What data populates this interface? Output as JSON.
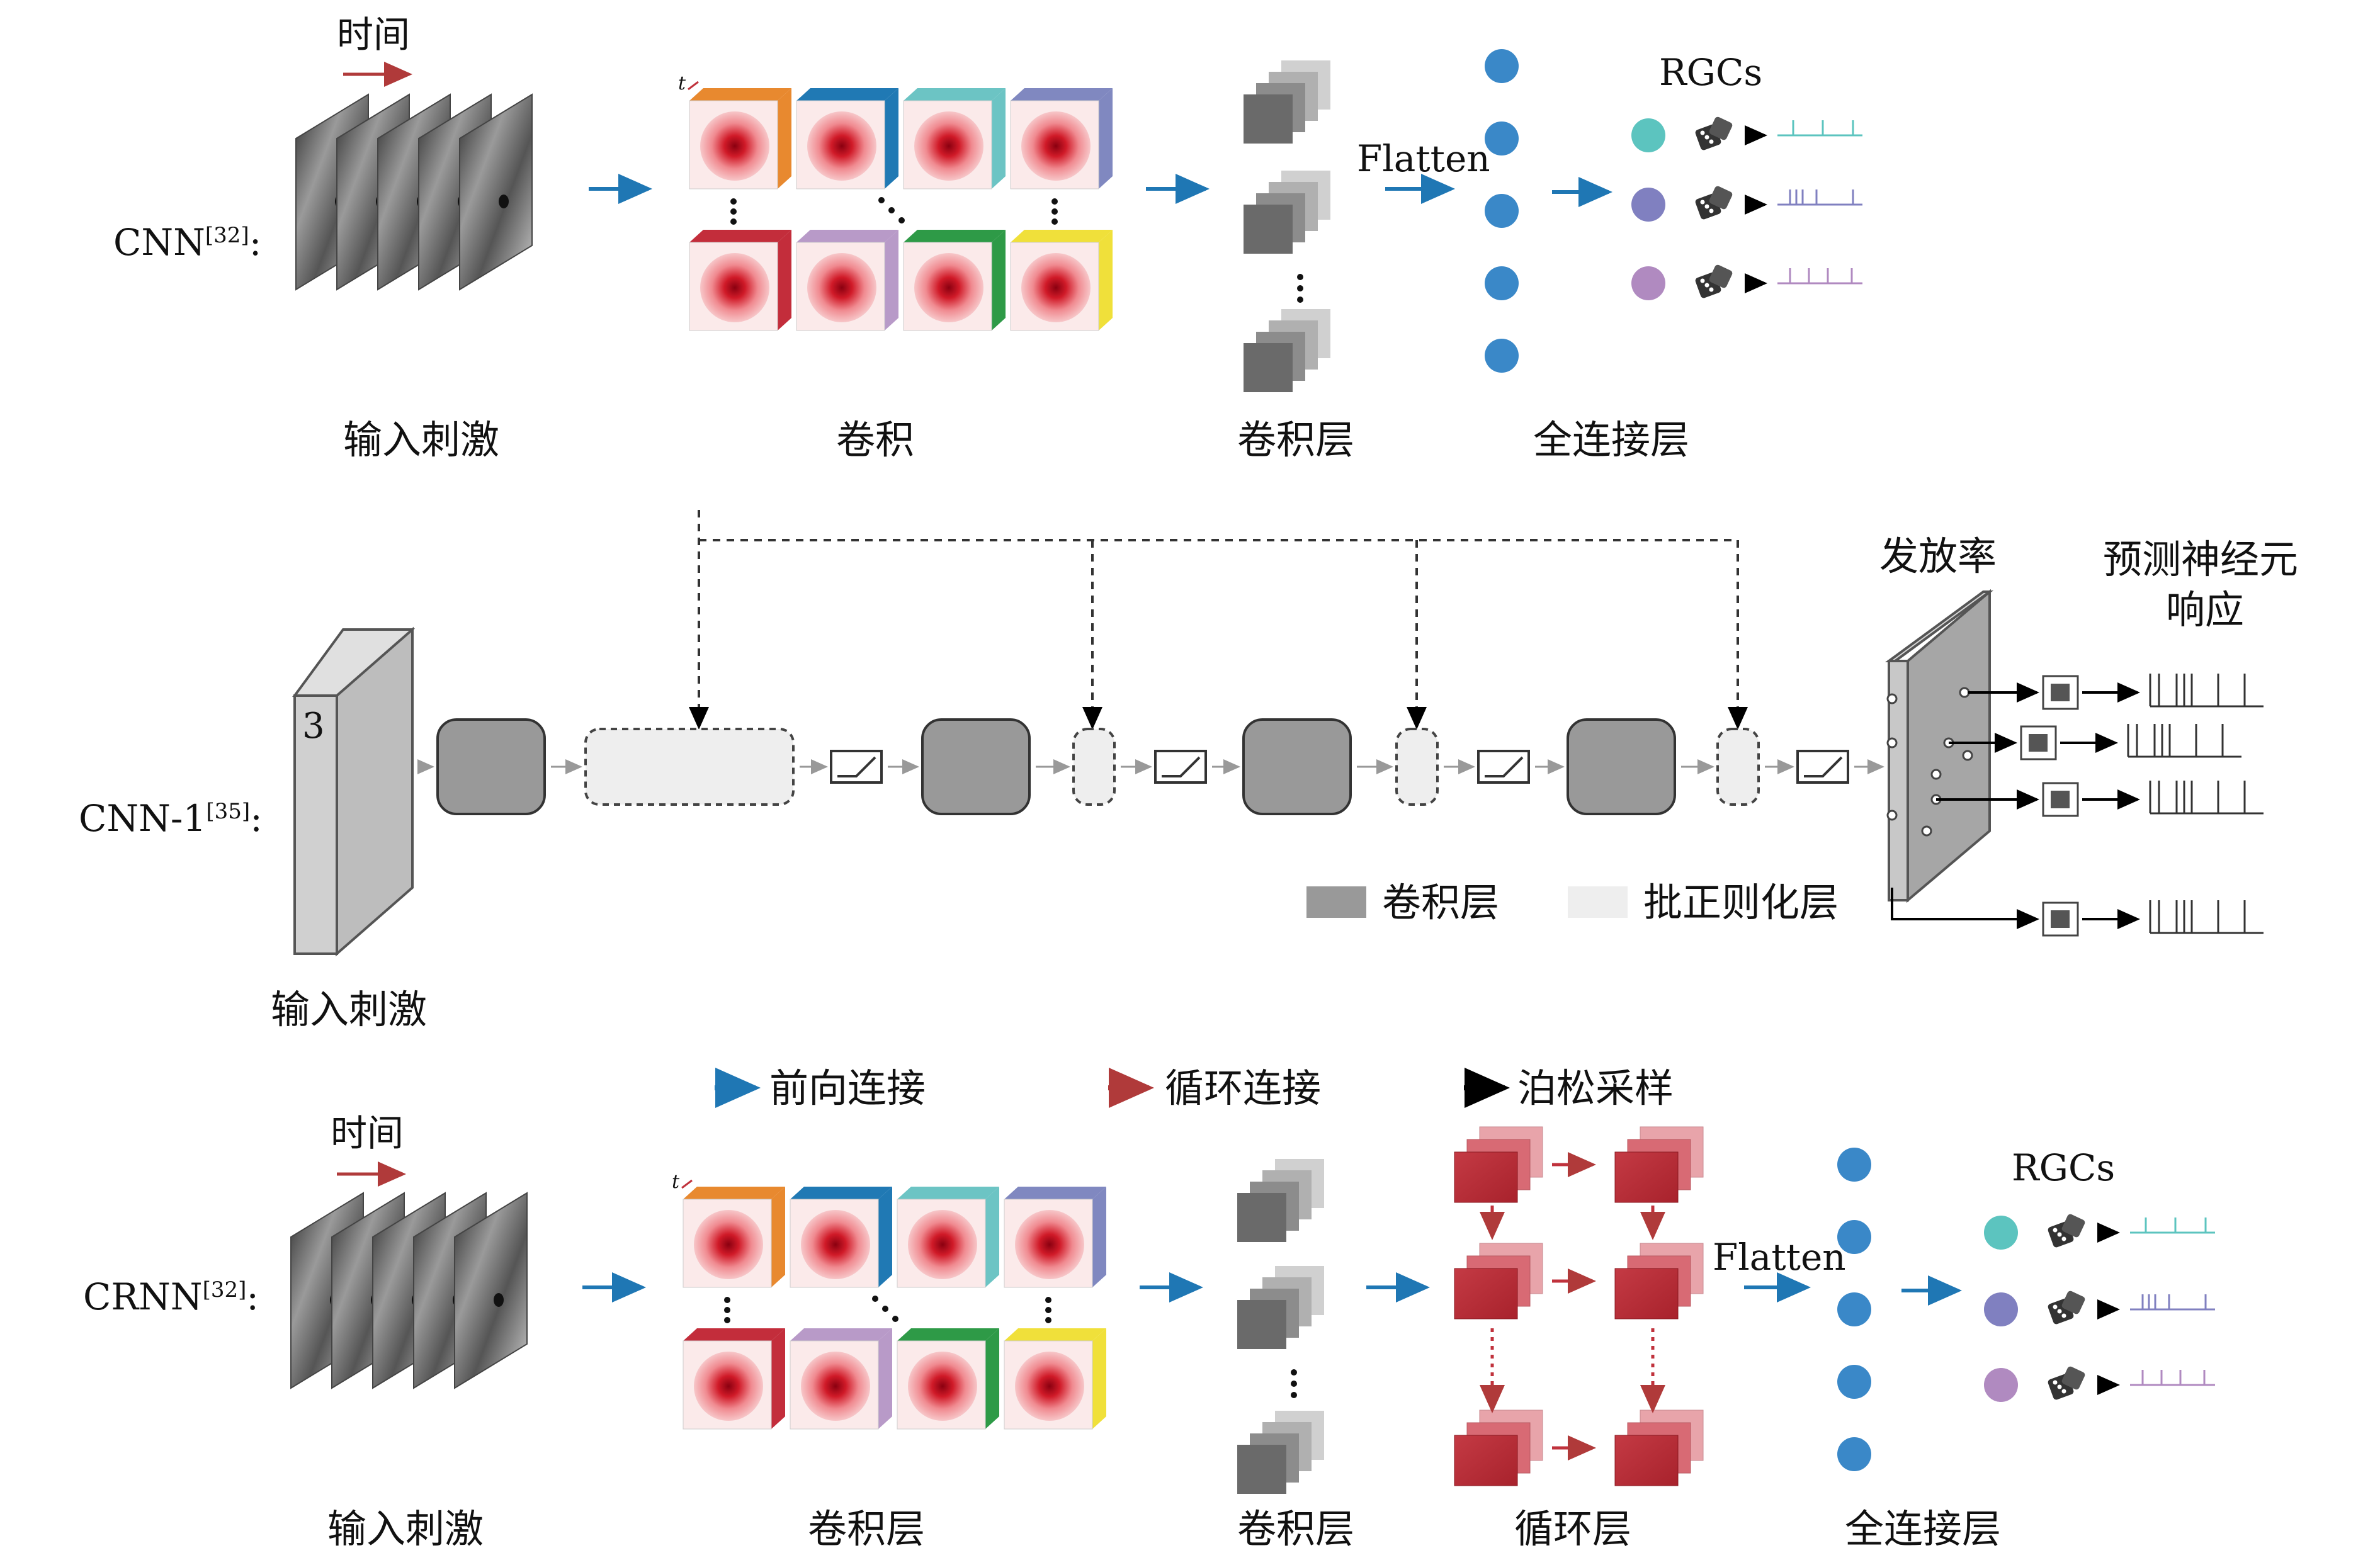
{
  "colors": {
    "blue": "#1f77b4",
    "red": "#b03a3a",
    "black": "#000000",
    "filter_frames": [
      "#e8892f",
      "#2079b4",
      "#6cc4c4",
      "#8088c0",
      "#c32d3b",
      "#b89ac8",
      "#2e9a47",
      "#f0e03a"
    ],
    "rgc_colors": [
      "#5cc4bf",
      "#8080c0",
      "#b08ac0"
    ],
    "node_blue": "#3a88c8",
    "conv_gray": "#999999",
    "bn_gray": "#eeeeee",
    "recurrent_red": "#c0323c"
  },
  "icons": [
    "dice-icon",
    "relu-icon",
    "right-arrow-icon"
  ],
  "panel_cnn": {
    "label_main": "CNN",
    "label_ref": "[32]",
    "label_colon": ":",
    "time_label": "时间",
    "flatten": "Flatten",
    "rgcs": "RGCs",
    "captions": [
      "输入刺激",
      "卷积",
      "卷积层",
      "全连接层"
    ]
  },
  "panel_cnn1": {
    "label_main": "CNN-1",
    "label_ref": "[35]",
    "label_colon": ":",
    "channels": "3",
    "input_caption": "输入刺激",
    "firing_rate": "发放率",
    "predict_line1": "预测神经元",
    "predict_line2": "响应",
    "legend_conv": "卷积层",
    "legend_bn": "批正则化层"
  },
  "panel_crnn": {
    "label_main": "CRNN",
    "label_ref": "[32]",
    "label_colon": ":",
    "time_label": "时间",
    "flatten": "Flatten",
    "rgcs": "RGCs",
    "legend_forward": "前向连接",
    "legend_recurrent": "循环连接",
    "legend_poisson": "泊松采样",
    "captions": [
      "输入刺激",
      "卷积层",
      "卷积层",
      "循环层",
      "全连接层"
    ]
  }
}
